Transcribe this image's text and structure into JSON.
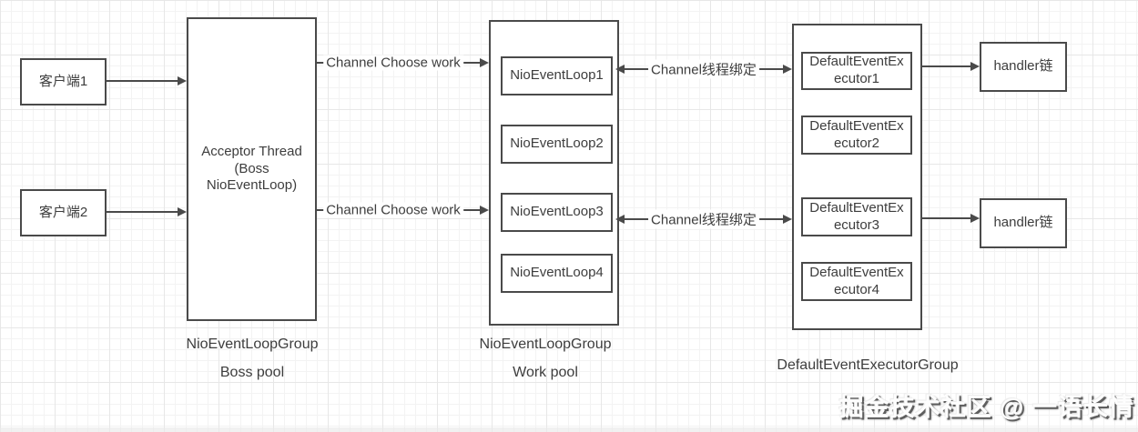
{
  "colors": {
    "border": "#4a4a4a",
    "text": "#3d3d3d",
    "background": "#ffffff",
    "grid_minor": "#f3f3f3",
    "grid_major": "#e7e7e7"
  },
  "nodes": {
    "client1": "客户端1",
    "client2": "客户端2",
    "acceptor": "Acceptor Thread (Boss NioEventLoop)",
    "work_loops": [
      "NioEventLoop1",
      "NioEventLoop2",
      "NioEventLoop3",
      "NioEventLoop4"
    ],
    "executors": [
      "DefaultEventExecutor1",
      "DefaultEventExecutor2",
      "DefaultEventExecutor3",
      "DefaultEventExecutor4"
    ],
    "handler_chain_top": "handler链",
    "handler_chain_bottom": "handler链"
  },
  "edge_labels": {
    "choose_work_top": "Channel Choose work",
    "choose_work_bottom": "Channel Choose work",
    "bind_top": "Channel线程绑定",
    "bind_bottom": "Channel线程绑定"
  },
  "captions": {
    "boss_group_title": "NioEventLoopGroup",
    "boss_group_subtitle": "Boss pool",
    "work_group_title": "NioEventLoopGroup",
    "work_group_subtitle": "Work pool",
    "executor_group_title": "DefaultEventExecutorGroup"
  },
  "watermark": "掘金技术社区 @ 一语长情"
}
